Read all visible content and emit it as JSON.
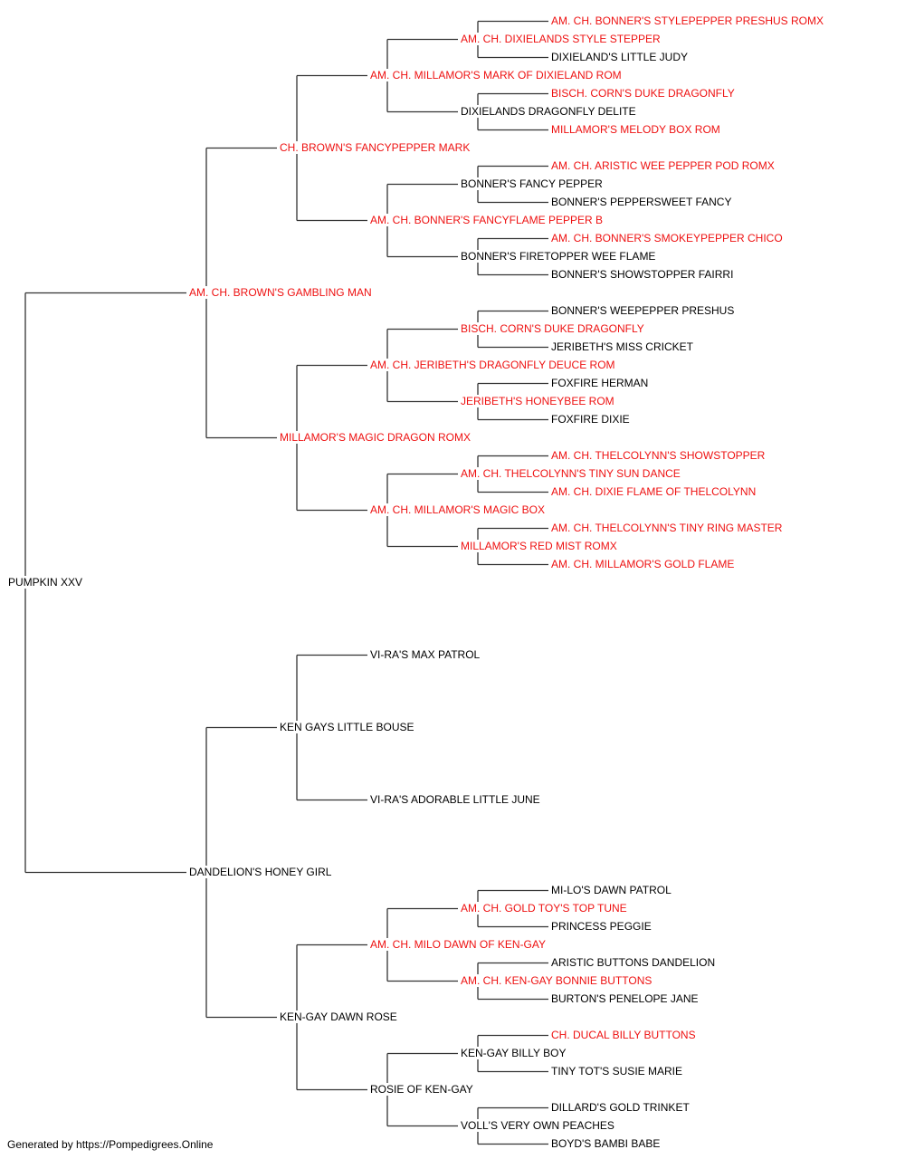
{
  "pedigree": {
    "name": "PUMPKIN XXV",
    "champion": false,
    "sire": {
      "name": "AM. CH. BROWN'S GAMBLING MAN",
      "champion": true,
      "sire": {
        "name": "CH. BROWN'S FANCYPEPPER MARK",
        "champion": true,
        "sire": {
          "name": "AM. CH. MILLAMOR'S MARK OF DIXIELAND ROM",
          "champion": true,
          "sire": {
            "name": "AM. CH. DIXIELANDS STYLE STEPPER",
            "champion": true,
            "sire": {
              "name": "AM. CH. BONNER'S STYLEPEPPER PRESHUS ROMX",
              "champion": true
            },
            "dam": {
              "name": "DIXIELAND'S LITTLE JUDY",
              "champion": false
            }
          },
          "dam": {
            "name": "DIXIELANDS DRAGONFLY DELITE",
            "champion": false,
            "sire": {
              "name": "BISCH. CORN'S DUKE DRAGONFLY",
              "champion": true
            },
            "dam": {
              "name": "MILLAMOR'S MELODY BOX ROM",
              "champion": true
            }
          }
        },
        "dam": {
          "name": "AM. CH. BONNER'S FANCYFLAME PEPPER B",
          "champion": true,
          "sire": {
            "name": "BONNER'S FANCY PEPPER",
            "champion": false,
            "sire": {
              "name": "AM. CH. ARISTIC WEE PEPPER POD ROMX",
              "champion": true
            },
            "dam": {
              "name": "BONNER'S PEPPERSWEET FANCY",
              "champion": false
            }
          },
          "dam": {
            "name": "BONNER'S FIRETOPPER WEE FLAME",
            "champion": false,
            "sire": {
              "name": "AM. CH. BONNER'S SMOKEYPEPPER CHICO",
              "champion": true
            },
            "dam": {
              "name": "BONNER'S SHOWSTOPPER FAIRRI",
              "champion": false
            }
          }
        }
      },
      "dam": {
        "name": "MILLAMOR'S MAGIC DRAGON ROMX",
        "champion": true,
        "sire": {
          "name": "AM. CH. JERIBETH'S DRAGONFLY DEUCE ROM",
          "champion": true,
          "sire": {
            "name": "BISCH. CORN'S DUKE DRAGONFLY",
            "champion": true,
            "sire": {
              "name": "BONNER'S WEEPEPPER PRESHUS",
              "champion": false
            },
            "dam": {
              "name": "JERIBETH'S MISS CRICKET",
              "champion": false
            }
          },
          "dam": {
            "name": "JERIBETH'S HONEYBEE ROM",
            "champion": true,
            "sire": {
              "name": "FOXFIRE HERMAN",
              "champion": false
            },
            "dam": {
              "name": "FOXFIRE DIXIE",
              "champion": false
            }
          }
        },
        "dam": {
          "name": "AM. CH. MILLAMOR'S MAGIC BOX",
          "champion": true,
          "sire": {
            "name": "AM. CH. THELCOLYNN'S TINY SUN DANCE",
            "champion": true,
            "sire": {
              "name": "AM. CH. THELCOLYNN'S SHOWSTOPPER",
              "champion": true
            },
            "dam": {
              "name": "AM. CH. DIXIE FLAME OF THELCOLYNN",
              "champion": true
            }
          },
          "dam": {
            "name": "MILLAMOR'S RED MIST ROMX",
            "champion": true,
            "sire": {
              "name": "AM. CH. THELCOLYNN'S TINY RING MASTER",
              "champion": true
            },
            "dam": {
              "name": "AM. CH. MILLAMOR'S GOLD FLAME",
              "champion": true
            }
          }
        }
      }
    },
    "dam": {
      "name": "DANDELION'S HONEY GIRL",
      "champion": false,
      "sire": {
        "name": "KEN GAYS LITTLE BOUSE",
        "champion": false,
        "sire": {
          "name": "VI-RA'S MAX PATROL",
          "champion": false
        },
        "dam": {
          "name": "VI-RA'S ADORABLE LITTLE JUNE",
          "champion": false
        }
      },
      "dam": {
        "name": "KEN-GAY DAWN ROSE",
        "champion": false,
        "sire": {
          "name": "AM. CH. MILO DAWN OF KEN-GAY",
          "champion": true,
          "sire": {
            "name": "AM. CH. GOLD TOY'S TOP TUNE",
            "champion": true,
            "sire": {
              "name": "MI-LO'S DAWN PATROL",
              "champion": false
            },
            "dam": {
              "name": "PRINCESS PEGGIE",
              "champion": false
            }
          },
          "dam": {
            "name": "AM. CH. KEN-GAY BONNIE BUTTONS",
            "champion": true,
            "sire": {
              "name": "ARISTIC BUTTONS DANDELION",
              "champion": false
            },
            "dam": {
              "name": "BURTON'S PENELOPE JANE",
              "champion": false
            }
          }
        },
        "dam": {
          "name": "ROSIE OF KEN-GAY",
          "champion": false,
          "sire": {
            "name": "KEN-GAY BILLY BOY",
            "champion": false,
            "sire": {
              "name": "CH. DUCAL BILLY BUTTONS",
              "champion": true
            },
            "dam": {
              "name": "TINY TOT'S SUSIE MARIE",
              "champion": false
            }
          },
          "dam": {
            "name": "VOLL'S VERY OWN PEACHES",
            "champion": false,
            "sire": {
              "name": "DILLARD'S GOLD TRINKET",
              "champion": false
            },
            "dam": {
              "name": "BOYD'S BAMBI BABE",
              "champion": false
            }
          }
        }
      }
    }
  },
  "footer": "Generated by https://Pompedigrees.Online",
  "colors": {
    "champion": "#ee1111",
    "normal": "#000000",
    "line": "#333333"
  }
}
